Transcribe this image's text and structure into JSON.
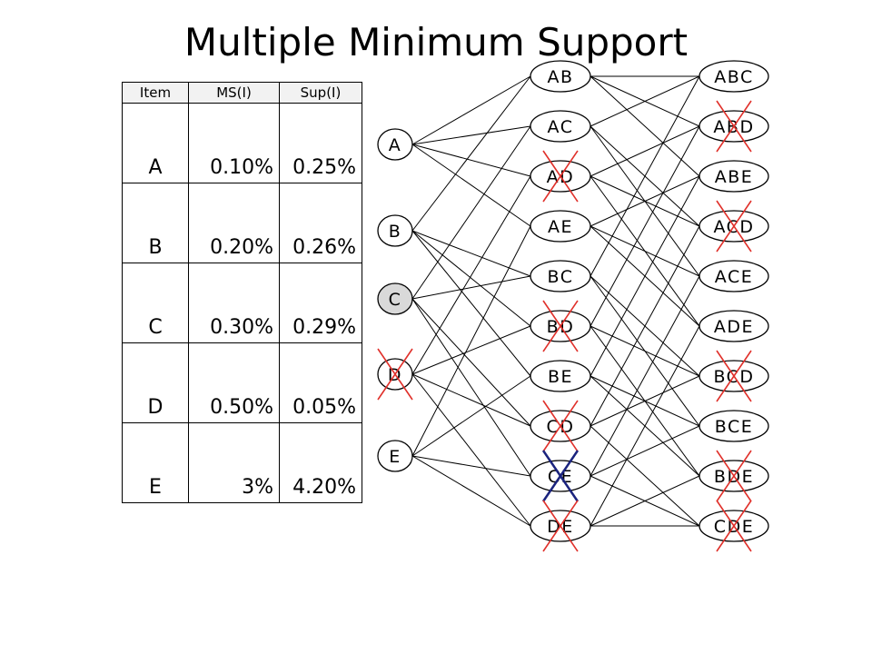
{
  "title": "Multiple Minimum Support",
  "table": {
    "headers": [
      "Item",
      "MS(I)",
      "Sup(I)"
    ],
    "rows": [
      [
        "A",
        "0.10%",
        "0.25%"
      ],
      [
        "B",
        "0.20%",
        "0.26%"
      ],
      [
        "C",
        "0.30%",
        "0.29%"
      ],
      [
        "D",
        "0.50%",
        "0.05%"
      ],
      [
        "E",
        "3%",
        "4.20%"
      ]
    ]
  },
  "lattice": {
    "level1": [
      {
        "label": "A",
        "crossed": false,
        "highlighted": false
      },
      {
        "label": "B",
        "crossed": false,
        "highlighted": false
      },
      {
        "label": "C",
        "crossed": false,
        "highlighted": true
      },
      {
        "label": "D",
        "crossed": true,
        "highlighted": false
      },
      {
        "label": "E",
        "crossed": false,
        "highlighted": false
      }
    ],
    "level2": [
      {
        "label": "AB",
        "crossed": false
      },
      {
        "label": "AC",
        "crossed": false
      },
      {
        "label": "AD",
        "crossed": true
      },
      {
        "label": "AE",
        "crossed": false
      },
      {
        "label": "BC",
        "crossed": false
      },
      {
        "label": "BD",
        "crossed": true
      },
      {
        "label": "BE",
        "crossed": false
      },
      {
        "label": "CD",
        "crossed": true
      },
      {
        "label": "CE",
        "crossed": true,
        "cross_color": "blue"
      },
      {
        "label": "DE",
        "crossed": true
      }
    ],
    "level3": [
      {
        "label": "ABC",
        "crossed": false
      },
      {
        "label": "ABD",
        "crossed": true
      },
      {
        "label": "ABE",
        "crossed": false
      },
      {
        "label": "ACD",
        "crossed": true
      },
      {
        "label": "ACE",
        "crossed": false
      },
      {
        "label": "ADE",
        "crossed": false
      },
      {
        "label": "BCD",
        "crossed": true
      },
      {
        "label": "BCE",
        "crossed": false
      },
      {
        "label": "BDE",
        "crossed": true
      },
      {
        "label": "CDE",
        "crossed": true
      }
    ]
  },
  "colors": {
    "cross_red": "#e0302a",
    "cross_blue": "#1a237e",
    "highlight_fill": "#d9d9d9",
    "line": "#000000"
  }
}
